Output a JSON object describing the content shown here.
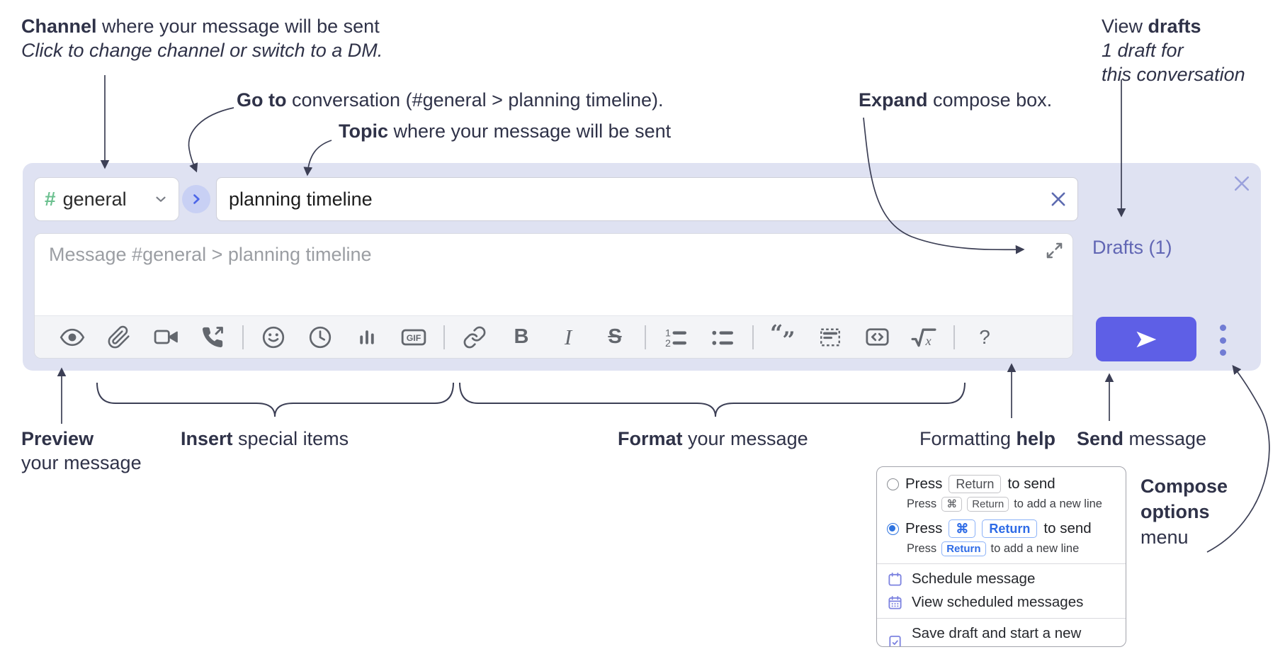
{
  "annotations": {
    "channel_bold": "Channel",
    "channel_rest": " where your message will be sent",
    "channel_line2": "Click to change channel or switch to a DM.",
    "goto_bold": "Go to",
    "goto_rest": " conversation (#general > planning timeline).",
    "topic_bold": "Topic",
    "topic_rest": " where your message will be sent",
    "expand_bold": "Expand",
    "expand_rest": " compose box.",
    "drafts_pre": "View ",
    "drafts_bold": "drafts",
    "drafts_line2": "1 draft for",
    "drafts_line3": "this conversation",
    "preview_bold": "Preview",
    "preview_line2": "your message",
    "insert_bold": "Insert",
    "insert_rest": " special items",
    "format_bold": "Format",
    "format_rest": " your message",
    "help_pre": "Formatting ",
    "help_bold": "help",
    "send_bold": "Send",
    "send_rest": " message",
    "options_line1": "Compose",
    "options_line2": "options",
    "options_line3": "menu"
  },
  "compose_box": {
    "channel_hash": "#",
    "channel_name": "general",
    "topic_value": "planning timeline",
    "message_placeholder": "Message #general > planning timeline",
    "drafts_link": "Drafts (1)"
  },
  "toolbar": {
    "icons": [
      "eye",
      "paperclip",
      "video-camera",
      "phone-call",
      "emoji",
      "clock",
      "poll",
      "gif",
      "link",
      "bold",
      "italic",
      "strikethrough",
      "numbered-list",
      "bulleted-list",
      "quote",
      "spoiler",
      "code",
      "math",
      "help"
    ],
    "bold_label": "B",
    "italic_label": "I",
    "strike_label": "S",
    "gif_label": "GIF",
    "math_label": "x",
    "help_label": "?",
    "ol_1": "1",
    "ol_2": "2"
  },
  "compose_menu": {
    "opt1_press": "Press",
    "opt1_kbd": "Return",
    "opt1_rest": "to send",
    "opt1_sub_press": "Press",
    "opt1_sub_kbd1": "⌘",
    "opt1_sub_kbd2": "Return",
    "opt1_sub_rest": "to add a new line",
    "opt2_press": "Press",
    "opt2_kbd1": "⌘",
    "opt2_kbd2": "Return",
    "opt2_rest": "to send",
    "opt2_sub_press": "Press",
    "opt2_sub_kbd": "Return",
    "opt2_sub_rest": "to add a new line",
    "schedule_label": "Schedule message",
    "view_scheduled_label": "View scheduled messages",
    "save_draft_label": "Save draft and start a new message"
  },
  "colors": {
    "compose_bg": "#dfe2f2",
    "send_button": "#5e5fe6",
    "hash_green": "#6bc08f",
    "drafts_link": "#6166b4",
    "annotation_ink": "#2f3248",
    "toolbar_icon": "#63676e",
    "menu_accent_blue": "#2f74e0",
    "menu_icon_purple": "#7d83e0"
  }
}
